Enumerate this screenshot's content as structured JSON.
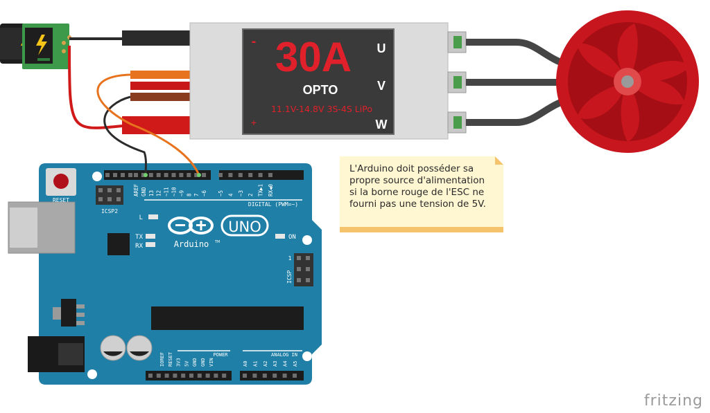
{
  "esc": {
    "rating": "30A",
    "type": "OPTO",
    "voltage": "11.1V-14.8V 3S-4S LiPo",
    "minus": "-",
    "plus": "+",
    "phase_u": "U",
    "phase_v": "V",
    "phase_w": "W"
  },
  "arduino": {
    "board_name": "UNO",
    "brand": "Arduino",
    "tm": "TM",
    "reset": "RESET",
    "icsp2": "ICSP2",
    "icsp": "ICSP",
    "icsp_pin1": "1",
    "led_l": "L",
    "led_tx": "TX",
    "led_rx": "RX",
    "led_on": "ON",
    "digital_label": "DIGITAL (PWM=~)",
    "digital_pins": [
      "AREF",
      "GND",
      "13",
      "12",
      "~11",
      "~10",
      "~9",
      "8",
      "7",
      "~6",
      "~5",
      "4",
      "~3",
      "2",
      "TX▶1",
      "RX◀0"
    ],
    "power_label": "POWER",
    "power_pins": [
      "IOREF",
      "RESET",
      "3V3",
      "5V",
      "GND",
      "GND",
      "VIN"
    ],
    "analog_label": "ANALOG IN",
    "analog_pins": [
      "A0",
      "A1",
      "A2",
      "A3",
      "A4",
      "A5"
    ]
  },
  "note": {
    "text": "L'Arduino doit posséder sa propre source d'alimentation si la borne rouge de l'ESC ne fourni pas une tension de 5V."
  },
  "footer": {
    "brand": "fritzing"
  },
  "colors": {
    "board": "#1f7fa6",
    "esc_body": "#dcdcdc",
    "esc_label": "#3a3a3a",
    "esc_text_red": "#e0202a",
    "motor": "#c8161e",
    "motor_dark": "#a50e14",
    "wire_red": "#d01a1a",
    "wire_black": "#2b2b2b",
    "wire_orange": "#e8731e",
    "wire_brown": "#8a3d1e",
    "note_bg": "#fff6d2",
    "note_border": "#f4c36b"
  }
}
